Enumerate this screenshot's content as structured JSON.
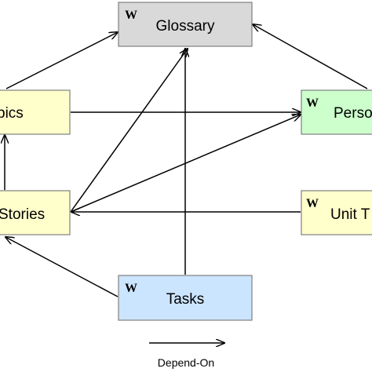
{
  "colors": {
    "glossary_fill": "#d9d9d9",
    "epics_fill": "#ffffcc",
    "stories_fill": "#ffffcc",
    "unit_fill": "#ffffcc",
    "personas_fill": "#ccffcc",
    "tasks_fill": "#cce5ff",
    "border": "#7f7f7f",
    "arrow": "#000000"
  },
  "nodes": {
    "glossary": {
      "badge": "W",
      "label": "Glossary"
    },
    "epics": {
      "badge": "",
      "label": "pics"
    },
    "personas": {
      "badge": "W",
      "label": "Perso"
    },
    "stories": {
      "badge": "",
      "label": "Stories"
    },
    "unit": {
      "badge": "W",
      "label": "Unit T"
    },
    "tasks": {
      "badge": "W",
      "label": "Tasks"
    }
  },
  "edges": [
    {
      "from": "epics",
      "to": "glossary"
    },
    {
      "from": "personas",
      "to": "glossary"
    },
    {
      "from": "epics",
      "to": "personas"
    },
    {
      "from": "stories",
      "to": "epics"
    },
    {
      "from": "stories",
      "to": "glossary"
    },
    {
      "from": "stories",
      "to": "personas"
    },
    {
      "from": "unit",
      "to": "stories"
    },
    {
      "from": "tasks",
      "to": "stories"
    },
    {
      "from": "tasks",
      "to": "glossary"
    }
  ],
  "legend": {
    "label": "Depend-On"
  }
}
